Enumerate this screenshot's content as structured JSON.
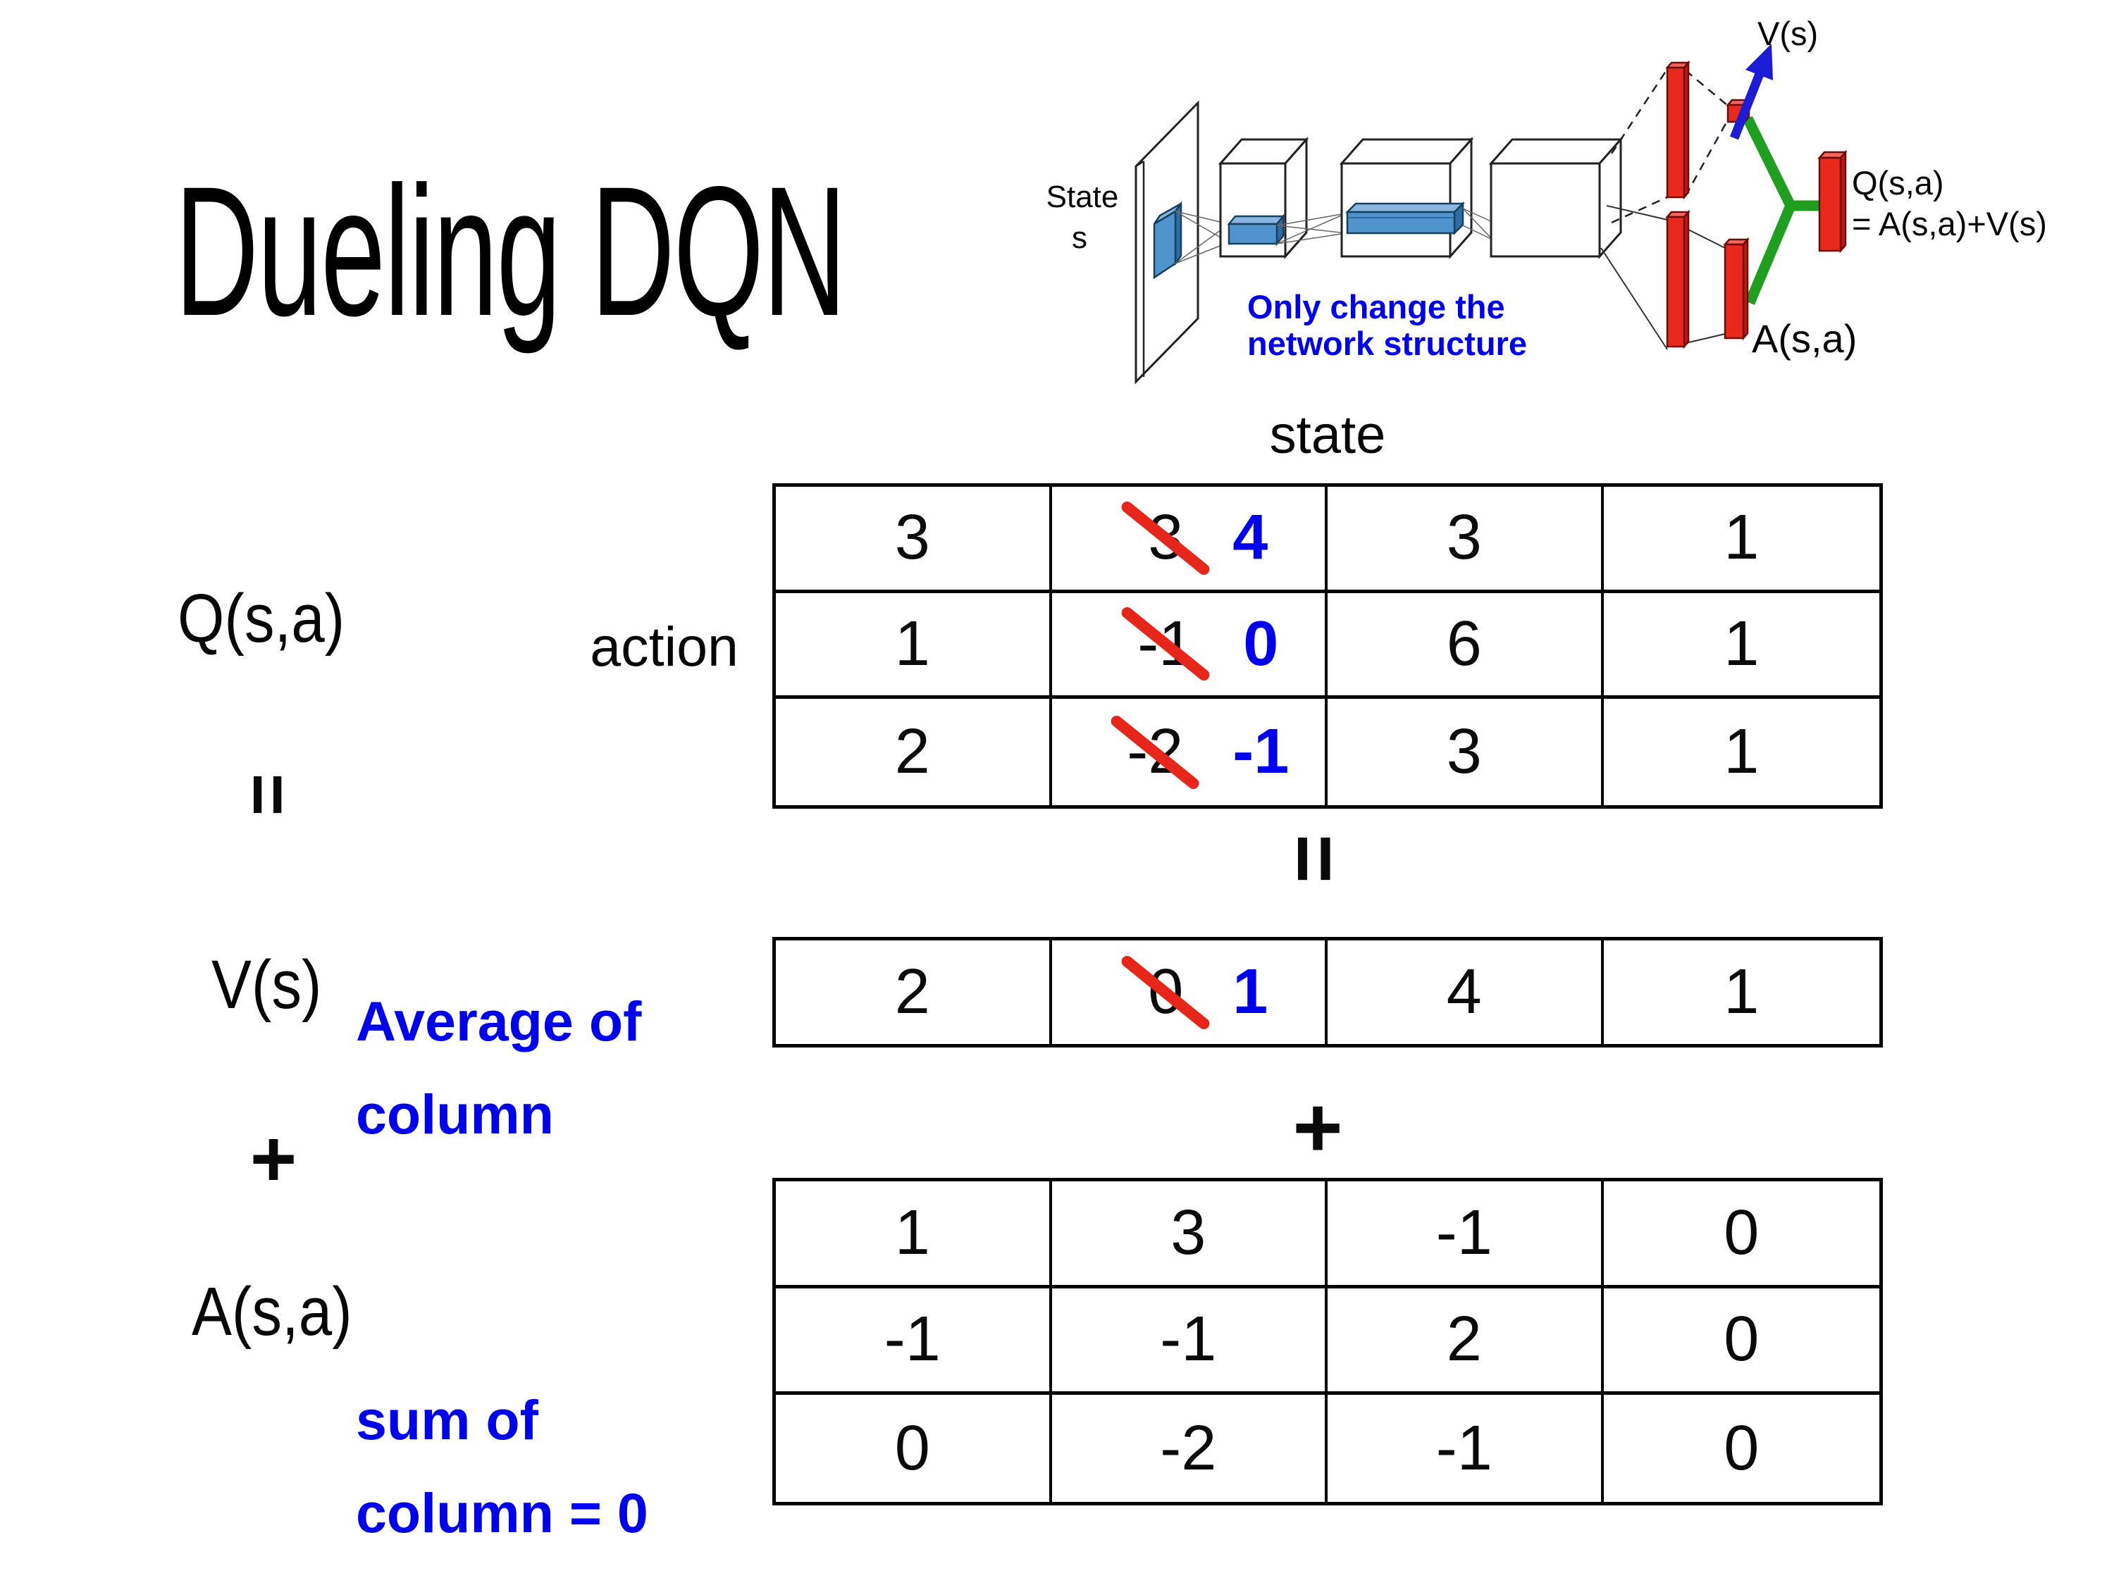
{
  "title": "Dueling DQN",
  "colors": {
    "text_blue": "#0000EE",
    "strike_red": "#E8251A",
    "bar_red": "#E8291C",
    "bar_red_side": "#C01910",
    "link_green": "#1F9E1F",
    "filter_blue": "#4F94CD",
    "arrow_blue": "#1C1CD6"
  },
  "diagram": {
    "state_line1": "State",
    "state_line2": "s",
    "note_line1": "Only change the",
    "note_line2": "network structure",
    "v_output": "V(s)",
    "q_output_line1": "Q(s,a)",
    "q_output_line2": "= A(s,a)+V(s)",
    "a_output": "A(s,a)"
  },
  "equation": {
    "q_label": "Q(s,a)",
    "equals": "=",
    "v_label": "V(s)",
    "plus": "+",
    "a_label": "A(s,a)",
    "avg_line1": "Average of",
    "avg_line2": "column",
    "sum_line1": "sum of",
    "sum_line2": "column = 0",
    "state_header": "state",
    "action_label": "action",
    "matrix_equals": "=",
    "matrix_plus": "+"
  },
  "q_table": {
    "rows": [
      {
        "c0": "3",
        "old": "3",
        "new": "4",
        "c2": "3",
        "c3": "1"
      },
      {
        "c0": "1",
        "old": "-1",
        "new": "0",
        "c2": "6",
        "c3": "1"
      },
      {
        "c0": "2",
        "old": "-2",
        "new": "-1",
        "c2": "3",
        "c3": "1"
      }
    ]
  },
  "v_table": {
    "row": {
      "c0": "2",
      "old": "0",
      "new": "1",
      "c2": "4",
      "c3": "1"
    }
  },
  "a_table": {
    "rows": [
      {
        "c0": "1",
        "c1": "3",
        "c2": "-1",
        "c3": "0"
      },
      {
        "c0": "-1",
        "c1": "-1",
        "c2": "2",
        "c3": "0"
      },
      {
        "c0": "0",
        "c1": "-2",
        "c2": "-1",
        "c3": "0"
      }
    ]
  }
}
